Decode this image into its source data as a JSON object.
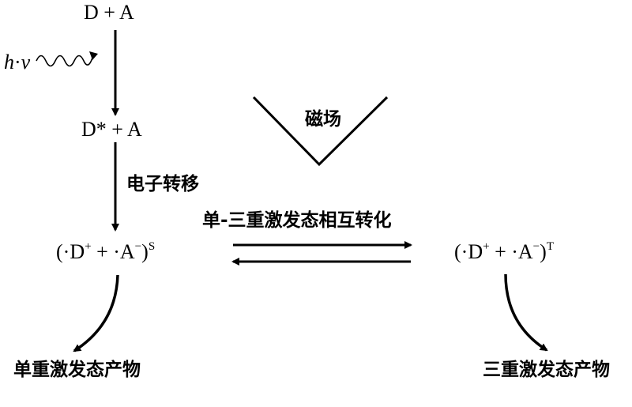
{
  "nodes": {
    "ground": "D + A",
    "excited": "D* + A",
    "singlet": {
      "open": "(·D",
      "plus1": "+",
      "mid": " + ·A",
      "minus": "−",
      "close": ")",
      "state": "S"
    },
    "triplet": {
      "open": "(·D",
      "plus1": "+",
      "mid": " + ·A",
      "minus": "−",
      "close": ")",
      "state": "T"
    },
    "singlet_product": "单重激发态产物",
    "triplet_product": "三重激发态产物"
  },
  "labels": {
    "light_h": "h",
    "light_dot": "·",
    "light_nu": "ν",
    "electron_transfer": "电子转移",
    "magnetic_field": "磁场",
    "interconversion": "单-三重激发态相互转化"
  },
  "colors": {
    "ink": "#000000",
    "background": "#ffffff"
  }
}
